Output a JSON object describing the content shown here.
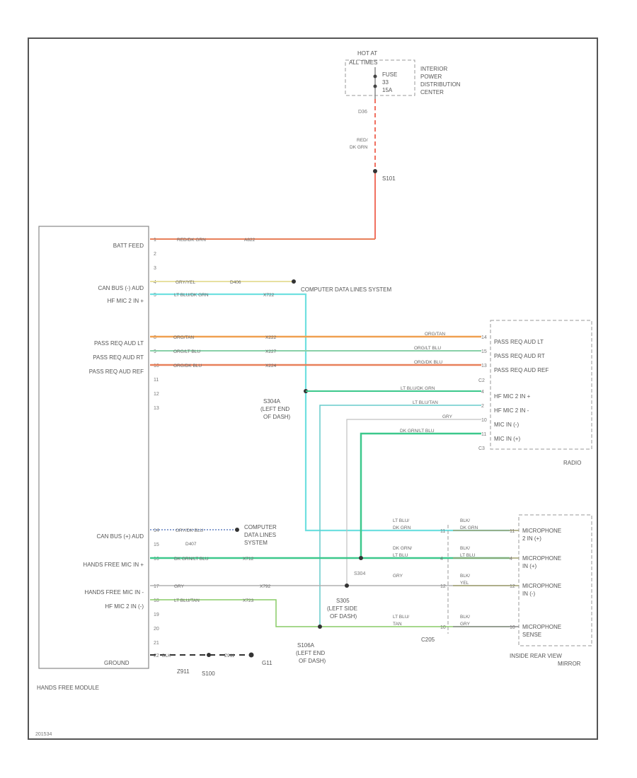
{
  "fuse_box": {
    "header": [
      "HOT AT",
      "ALL TIMES"
    ],
    "fuse_label": [
      "FUSE",
      "33",
      "15A"
    ],
    "name": [
      "INTERIOR",
      "POWER",
      "DISTRIBUTION",
      "CENTER"
    ],
    "pin": "D36"
  },
  "feed_wire": {
    "color": "RED/",
    "color2": "DK GRN",
    "splice": "S101"
  },
  "hfm": {
    "name": "HANDS FREE MODULE",
    "ground_label": "GROUND",
    "pins": [
      {
        "label": "BATT FEED",
        "pin": "1",
        "wire": "RED/DK GRN",
        "circuit": "A822"
      },
      {
        "label": "",
        "pin": "2"
      },
      {
        "label": "",
        "pin": "3"
      },
      {
        "label": "CAN BUS (-) AUD",
        "pin": "4",
        "wire": "GRY/YEL",
        "circuit": "D406"
      },
      {
        "label": "HF MIC 2 IN +",
        "pin": "5",
        "wire": "LT BLU/DK GRN",
        "circuit": "X722"
      },
      {
        "label": "PASS REQ AUD LT",
        "pin": "8",
        "wire": "ORG/TAN",
        "circuit": "X222"
      },
      {
        "label": "PASS REQ AUD RT",
        "pin": "9",
        "wire": "ORG/LT BLU",
        "circuit": "X227"
      },
      {
        "label": "PASS REQ AUD REF",
        "pin": "10",
        "wire": "ORG/DK BLU",
        "circuit": "X224"
      },
      {
        "label": "",
        "pin": "11"
      },
      {
        "label": "",
        "pin": "12"
      },
      {
        "label": "",
        "pin": "13"
      },
      {
        "label": "CAN BUS (+) AUD",
        "pin": "14",
        "wire": "GRY/DK BLU",
        "circuit": "D407"
      },
      {
        "label": "",
        "pin": "15"
      },
      {
        "label": "HANDS FREE MIC IN +",
        "pin": "16",
        "wire": "DK GRN/LT BLU",
        "circuit": "X712"
      },
      {
        "label": "HANDS FREE MIC IN -",
        "pin": "17",
        "wire": "GRY",
        "circuit": "X792"
      },
      {
        "label": "HF MIC 2 IN (-)",
        "pin": "18",
        "wire": "LT BLU/TAN",
        "circuit": "X723"
      },
      {
        "label": "",
        "pin": "19"
      },
      {
        "label": "",
        "pin": "20"
      },
      {
        "label": "",
        "pin": "21"
      },
      {
        "label": "",
        "pin": "22",
        "wire": "BLK",
        "circuit": "Z911"
      }
    ],
    "ground": {
      "splice": "S100",
      "ground_id": "G11"
    }
  },
  "data_links": [
    {
      "line1": "COMPUTER DATA LINES SYSTEM"
    },
    {
      "line1": "COMPUTER",
      "line2": "DATA LINES",
      "line3": "SYSTEM"
    }
  ],
  "splices": [
    {
      "id": "S304A",
      "loc1": "(LEFT END",
      "loc2": "OF DASH)"
    },
    {
      "id": "S304",
      "loc1": "",
      "loc2": ""
    },
    {
      "id": "S305",
      "loc1": "(LEFT SIDE",
      "loc2": "OF DASH)"
    },
    {
      "id": "S106A",
      "loc1": "(LEFT END",
      "loc2": "OF DASH)"
    }
  ],
  "radio": {
    "name": "RADIO",
    "connectors": [
      "C2",
      "C3"
    ],
    "pins": [
      {
        "label": "PASS REQ AUD LT",
        "pin": "14",
        "wire": "ORG/TAN"
      },
      {
        "label": "PASS REQ AUD RT",
        "pin": "15",
        "wire": "ORG/LT BLU"
      },
      {
        "label": "PASS REQ AUD REF",
        "pin": "13",
        "wire": "ORG/DK BLU"
      },
      {
        "label": "HF MIC 2 IN +",
        "pin": "4",
        "wire": "LT BLU/DK GRN"
      },
      {
        "label": "HF MIC 2 IN -",
        "pin": "2",
        "wire": "LT BLU/TAN"
      },
      {
        "label": "MIC IN (-)",
        "pin": "10",
        "wire": "GRY"
      },
      {
        "label": "MIC IN (+)",
        "pin": "11",
        "wire": "DK GRN/LT BLU"
      }
    ]
  },
  "mirror": {
    "name": [
      "INSIDE REAR VIEW",
      "MIRROR"
    ],
    "connector": "C205",
    "pins": [
      {
        "label1": "MICROPHONE",
        "label2": "2 IN (+)",
        "pin_in": "11",
        "pin_out": "11",
        "wire_in": "LT BLU/",
        "wire_in2": "DK GRN",
        "wire_out": "BLK/",
        "wire_out2": "DK GRN"
      },
      {
        "label1": "MICROPHONE",
        "label2": "IN (+)",
        "pin_in": "4",
        "pin_out": "4",
        "wire_in": "DK GRN/",
        "wire_in2": "LT BLU",
        "wire_out": "BLK/",
        "wire_out2": "LT BLU"
      },
      {
        "label1": "MICROPHONE",
        "label2": "IN (-)",
        "pin_in": "12",
        "pin_out": "12",
        "wire_in": "GRY",
        "wire_in2": "",
        "wire_out": "BLK/",
        "wire_out2": "YEL"
      },
      {
        "label1": "MICROPHONE",
        "label2": "SENSE",
        "pin_in": "10",
        "pin_out": "10",
        "wire_in": "LT BLU/",
        "wire_in2": "TAN",
        "wire_out": "BLK/",
        "wire_out2": "GRY"
      }
    ]
  },
  "footer_code": "201534",
  "colors": {
    "red": "#f07060",
    "orange": "#f0a050",
    "orange_red": "#e8805a",
    "cyan": "#70e0e0",
    "green": "#3cc88c",
    "lime": "#88cc66",
    "gray": "#a0a0a0",
    "yellow": "#e8e0a0",
    "blue": "#6080c0",
    "frame": "#555555",
    "dash": "#999999"
  }
}
